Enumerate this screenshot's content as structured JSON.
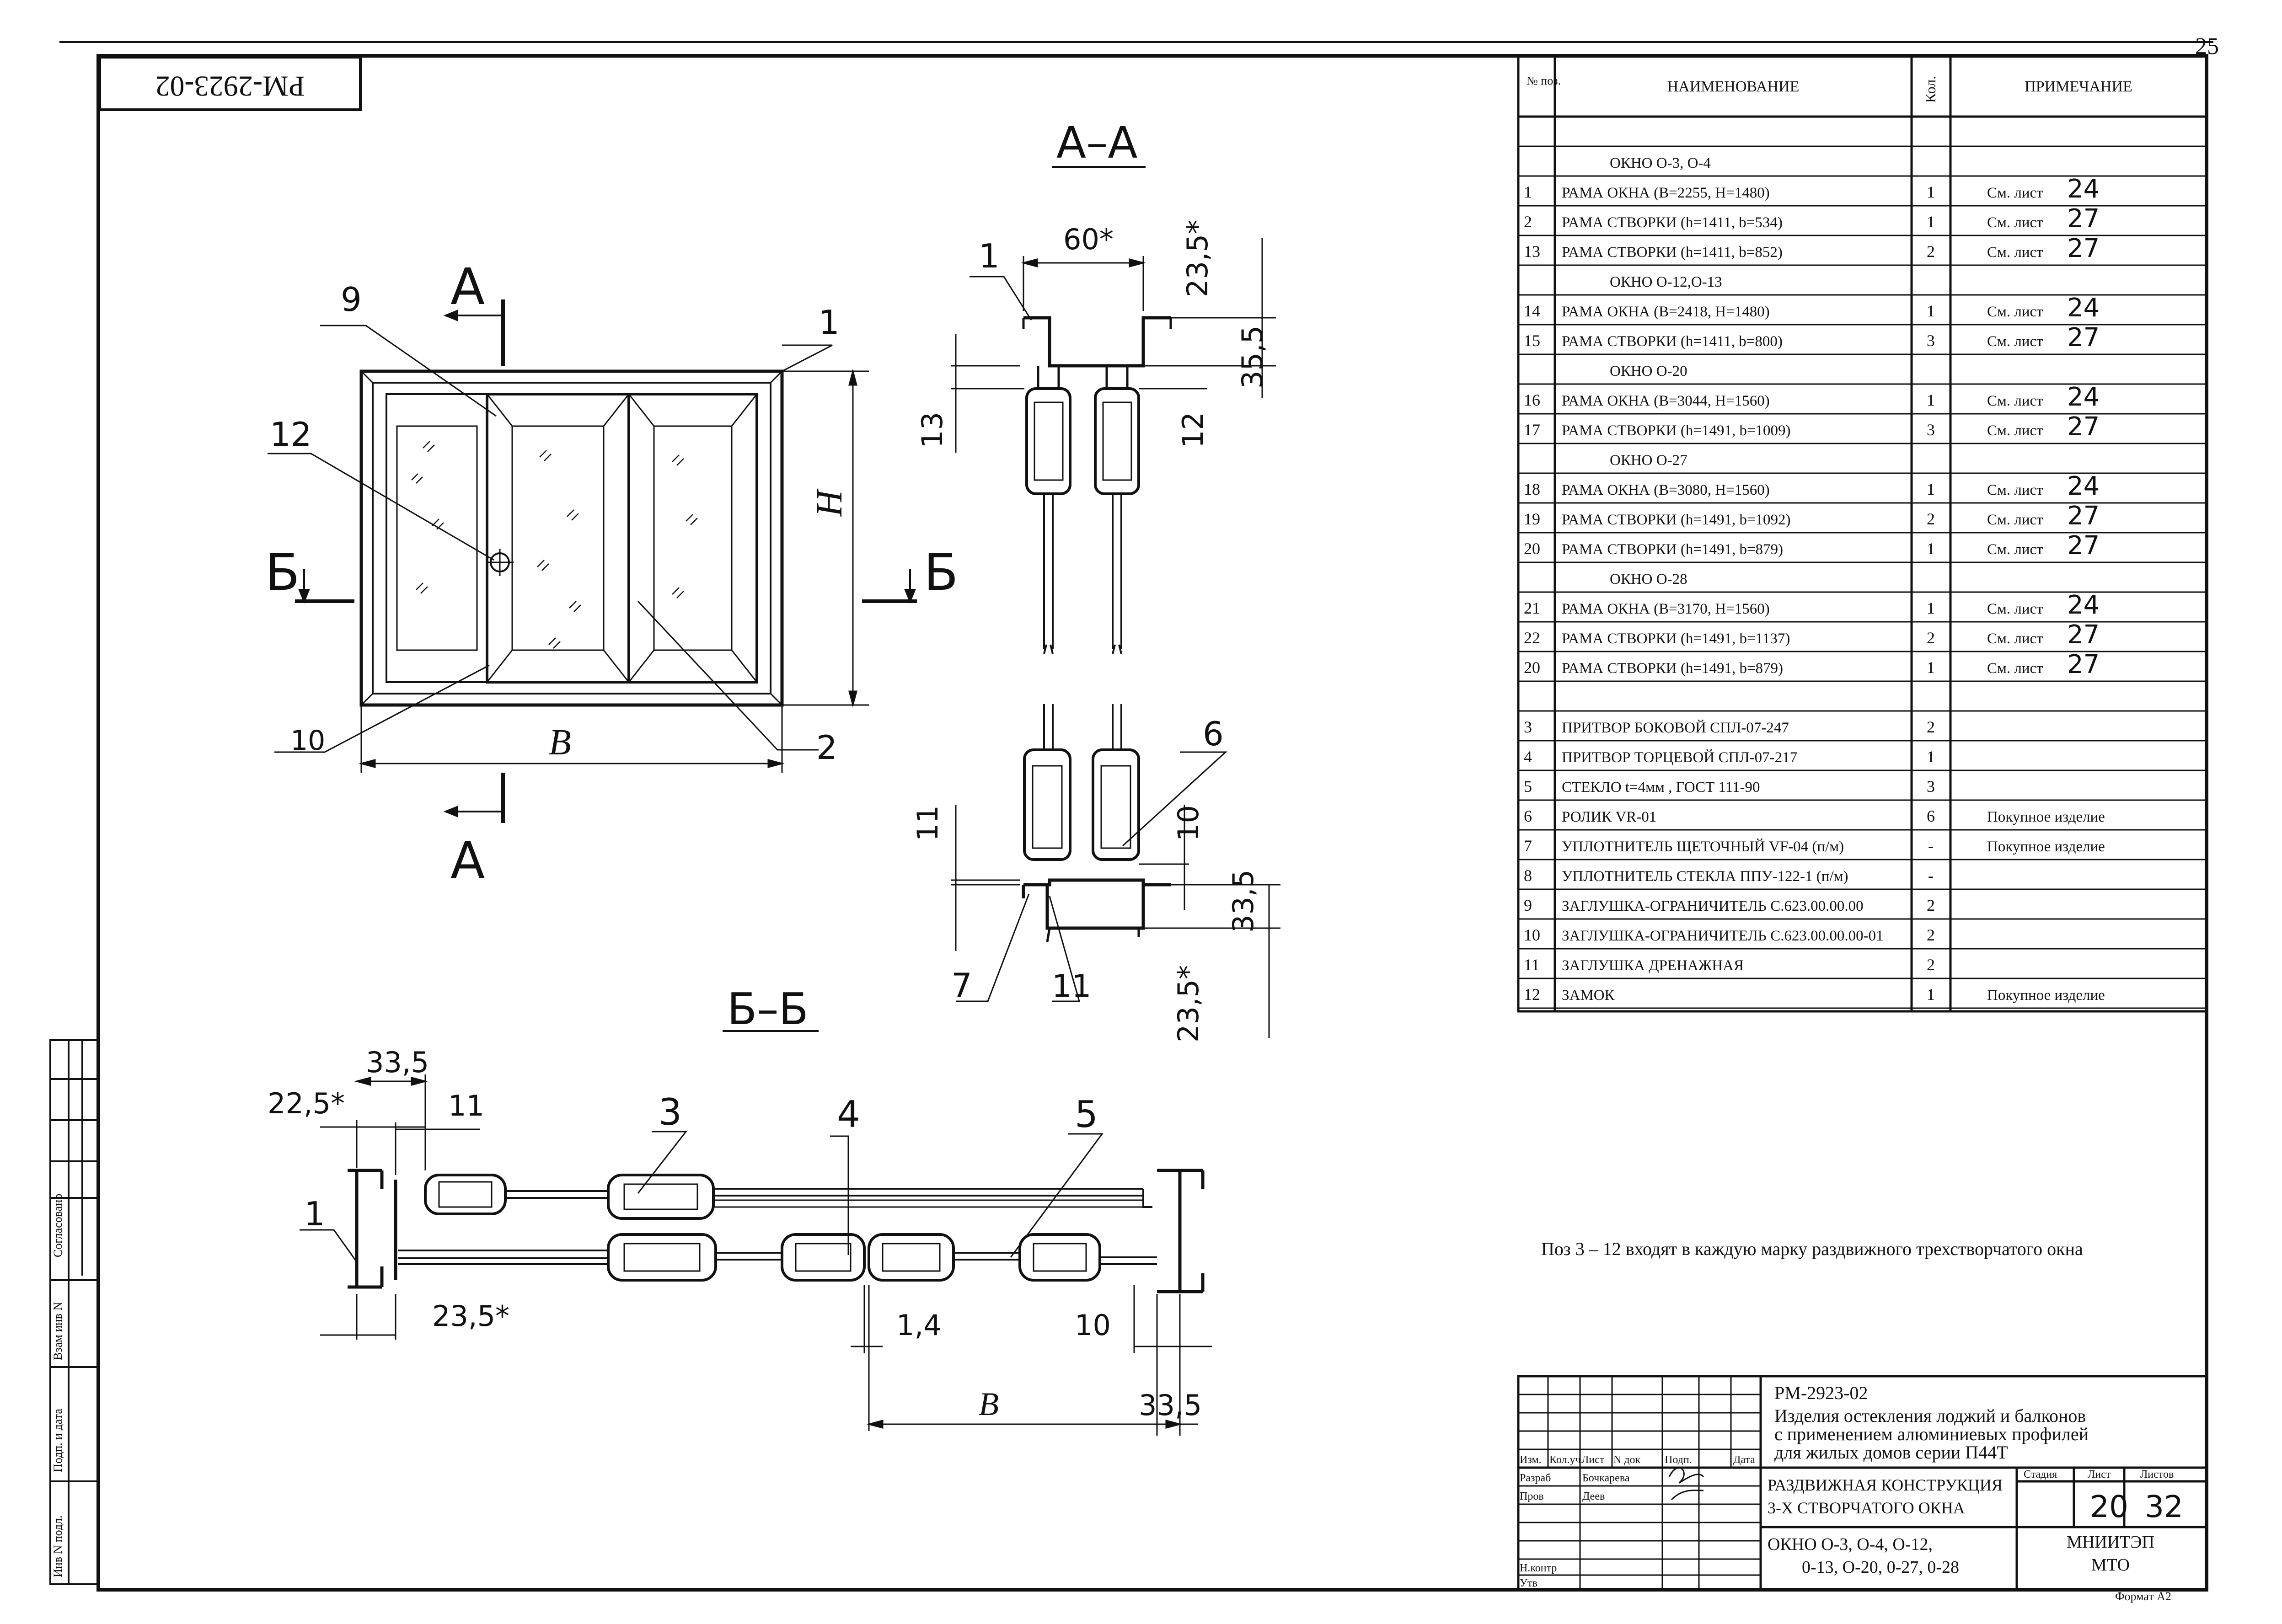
{
  "corner_page": "25",
  "stamp_code": "РМ-2923-02",
  "views": {
    "aa": "А–А",
    "bb": "Б–Б"
  },
  "front": {
    "cut_a": "А",
    "cut_b": "Б",
    "labels": [
      "9",
      "1",
      "12",
      "10",
      "2"
    ],
    "dim_B": "В",
    "dim_H": "Н"
  },
  "aa_dims": {
    "d60": "60*",
    "d235": "23,5*",
    "d355": "35,5",
    "d13": "13",
    "d12": "12",
    "d11": "11",
    "d10": "10",
    "d335": "33,5",
    "d235b": "23,5*"
  },
  "aa_labels": {
    "p1": "1",
    "p6": "6",
    "p7": "7",
    "p11": "11"
  },
  "bb_dims": {
    "d335a": "33,5",
    "d225": "22,5*",
    "d11": "11",
    "d235": "23,5*",
    "d14": "1,4",
    "d10": "10",
    "dB": "В",
    "d335b": "33,5"
  },
  "bb_labels": {
    "p1": "1",
    "p3": "3",
    "p4": "4",
    "p5": "5"
  },
  "spec": {
    "head": {
      "num": "№ поз.",
      "name": "НАИМЕНОВАНИЕ",
      "qty": "Кол.",
      "note": "ПРИМЕЧАНИЕ"
    },
    "rows": [
      {
        "n": "",
        "name": "",
        "q": "",
        "note": "",
        "sheet": ""
      },
      {
        "n": "",
        "name": "ОКНО  О-3, О-4",
        "q": "",
        "note": "",
        "sheet": ""
      },
      {
        "n": "1",
        "name": "РАМА ОКНА  (В=2255,  Н=1480)",
        "q": "1",
        "note": "См. лист",
        "sheet": "24"
      },
      {
        "n": "2",
        "name": "РАМА СТВОРКИ  (h=1411, b=534)",
        "q": "1",
        "note": "См. лист",
        "sheet": "27"
      },
      {
        "n": "13",
        "name": "РАМА СТВОРКИ  (h=1411, b=852)",
        "q": "2",
        "note": "См. лист",
        "sheet": "27"
      },
      {
        "n": "",
        "name": "ОКНО  О-12,О-13",
        "q": "",
        "note": "",
        "sheet": ""
      },
      {
        "n": "14",
        "name": "РАМА ОКНА  (В=2418,  Н=1480)",
        "q": "1",
        "note": "См. лист",
        "sheet": "24"
      },
      {
        "n": "15",
        "name": "РАМА СТВОРКИ  (h=1411, b=800)",
        "q": "3",
        "note": "См. лист",
        "sheet": "27"
      },
      {
        "n": "",
        "name": "ОКНО  О-20",
        "q": "",
        "note": "",
        "sheet": ""
      },
      {
        "n": "16",
        "name": "РАМА ОКНА  (В=3044,  Н=1560)",
        "q": "1",
        "note": "См. лист",
        "sheet": "24"
      },
      {
        "n": "17",
        "name": "РАМА СТВОРКИ  (h=1491, b=1009)",
        "q": "3",
        "note": "См. лист",
        "sheet": "27"
      },
      {
        "n": "",
        "name": "ОКНО  О-27",
        "q": "",
        "note": "",
        "sheet": ""
      },
      {
        "n": "18",
        "name": "РАМА ОКНА  (В=3080,  Н=1560)",
        "q": "1",
        "note": "См. лист",
        "sheet": "24"
      },
      {
        "n": "19",
        "name": "РАМА СТВОРКИ  (h=1491, b=1092)",
        "q": "2",
        "note": "См. лист",
        "sheet": "27"
      },
      {
        "n": "20",
        "name": "РАМА СТВОРКИ  (h=1491, b=879)",
        "q": "1",
        "note": "См. лист",
        "sheet": "27"
      },
      {
        "n": "",
        "name": "ОКНО  О-28",
        "q": "",
        "note": "",
        "sheet": ""
      },
      {
        "n": "21",
        "name": "РАМА ОКНА  (В=3170,  Н=1560)",
        "q": "1",
        "note": "См. лист",
        "sheet": "24"
      },
      {
        "n": "22",
        "name": "РАМА СТВОРКИ  (h=1491, b=1137)",
        "q": "2",
        "note": "См. лист",
        "sheet": "27"
      },
      {
        "n": "20",
        "name": "РАМА СТВОРКИ  (h=1491, b=879)",
        "q": "1",
        "note": "См. лист",
        "sheet": "27"
      },
      {
        "n": "",
        "name": "",
        "q": "",
        "note": "",
        "sheet": ""
      },
      {
        "n": "3",
        "name": "ПРИТВОР БОКОВОЙ  СПЛ-07-247",
        "q": "2",
        "note": "",
        "sheet": ""
      },
      {
        "n": "4",
        "name": "ПРИТВОР ТОРЦЕВОЙ  СПЛ-07-217",
        "q": "1",
        "note": "",
        "sheet": ""
      },
      {
        "n": "5",
        "name": "СТЕКЛО     t=4мм , ГОСТ 111-90",
        "q": "3",
        "note": "",
        "sheet": ""
      },
      {
        "n": "6",
        "name": "РОЛИК VR-01",
        "q": "6",
        "note": "Покупное  изделие",
        "sheet": ""
      },
      {
        "n": "7",
        "name": "УПЛОТНИТЕЛЬ ЩЕТОЧНЫЙ  VF-04 (п/м)",
        "q": "-",
        "note": "Покупное  изделие",
        "sheet": ""
      },
      {
        "n": "8",
        "name": "УПЛОТНИТЕЛЬ СТЕКЛА  ППУ-122-1 (п/м)",
        "q": "-",
        "note": "",
        "sheet": ""
      },
      {
        "n": "9",
        "name": "ЗАГЛУШКА-ОГРАНИЧИТЕЛЬ С.623.00.00.00",
        "q": "2",
        "note": "",
        "sheet": ""
      },
      {
        "n": "10",
        "name": "ЗАГЛУШКА-ОГРАНИЧИТЕЛЬ С.623.00.00.00-01",
        "q": "2",
        "note": "",
        "sheet": ""
      },
      {
        "n": "11",
        "name": "ЗАГЛУШКА  ДРЕНАЖНАЯ",
        "q": "2",
        "note": "",
        "sheet": ""
      },
      {
        "n": "12",
        "name": "ЗАМОК",
        "q": "1",
        "note": "Покупное  изделие",
        "sheet": ""
      }
    ]
  },
  "note_text": "Поз 3 – 12  входят  в каждую марку раздвижного трехстворчатого окна",
  "left_strip": [
    "Согласовано",
    "Взам инв N",
    "Подп. и дата",
    "Инв N подл."
  ],
  "title_block": {
    "code": "РМ-2923-02",
    "project": [
      "Изделия остекления лоджий и балконов",
      "с применением алюминиевых профилей",
      "для жилых домов серии П44Т"
    ],
    "headers": [
      "Изм.",
      "Кол.уч",
      "Лист",
      "N док",
      "Подп.",
      "Дата"
    ],
    "roles": [
      {
        "role": "Разраб",
        "name": "Бочкарева"
      },
      {
        "role": "Пров",
        "name": "Деев"
      },
      {
        "role": "Н.контр",
        "name": ""
      },
      {
        "role": "Утв",
        "name": ""
      }
    ],
    "name": [
      "РАЗДВИЖНАЯ КОНСТРУКЦИЯ",
      "3-Х  СТВОРЧАТОГО ОКНА"
    ],
    "marks": [
      "ОКНО  О-3, О-4, О-12,",
      "0-13, О-20, 0-27, 0-28"
    ],
    "stage_label": "Стадия",
    "sheet_label": "Лист",
    "sheets_label": "Листов",
    "sheet": "20",
    "sheets": "32",
    "org": [
      "МНИИТЭП",
      "МТО"
    ],
    "format": "Формат А2"
  }
}
